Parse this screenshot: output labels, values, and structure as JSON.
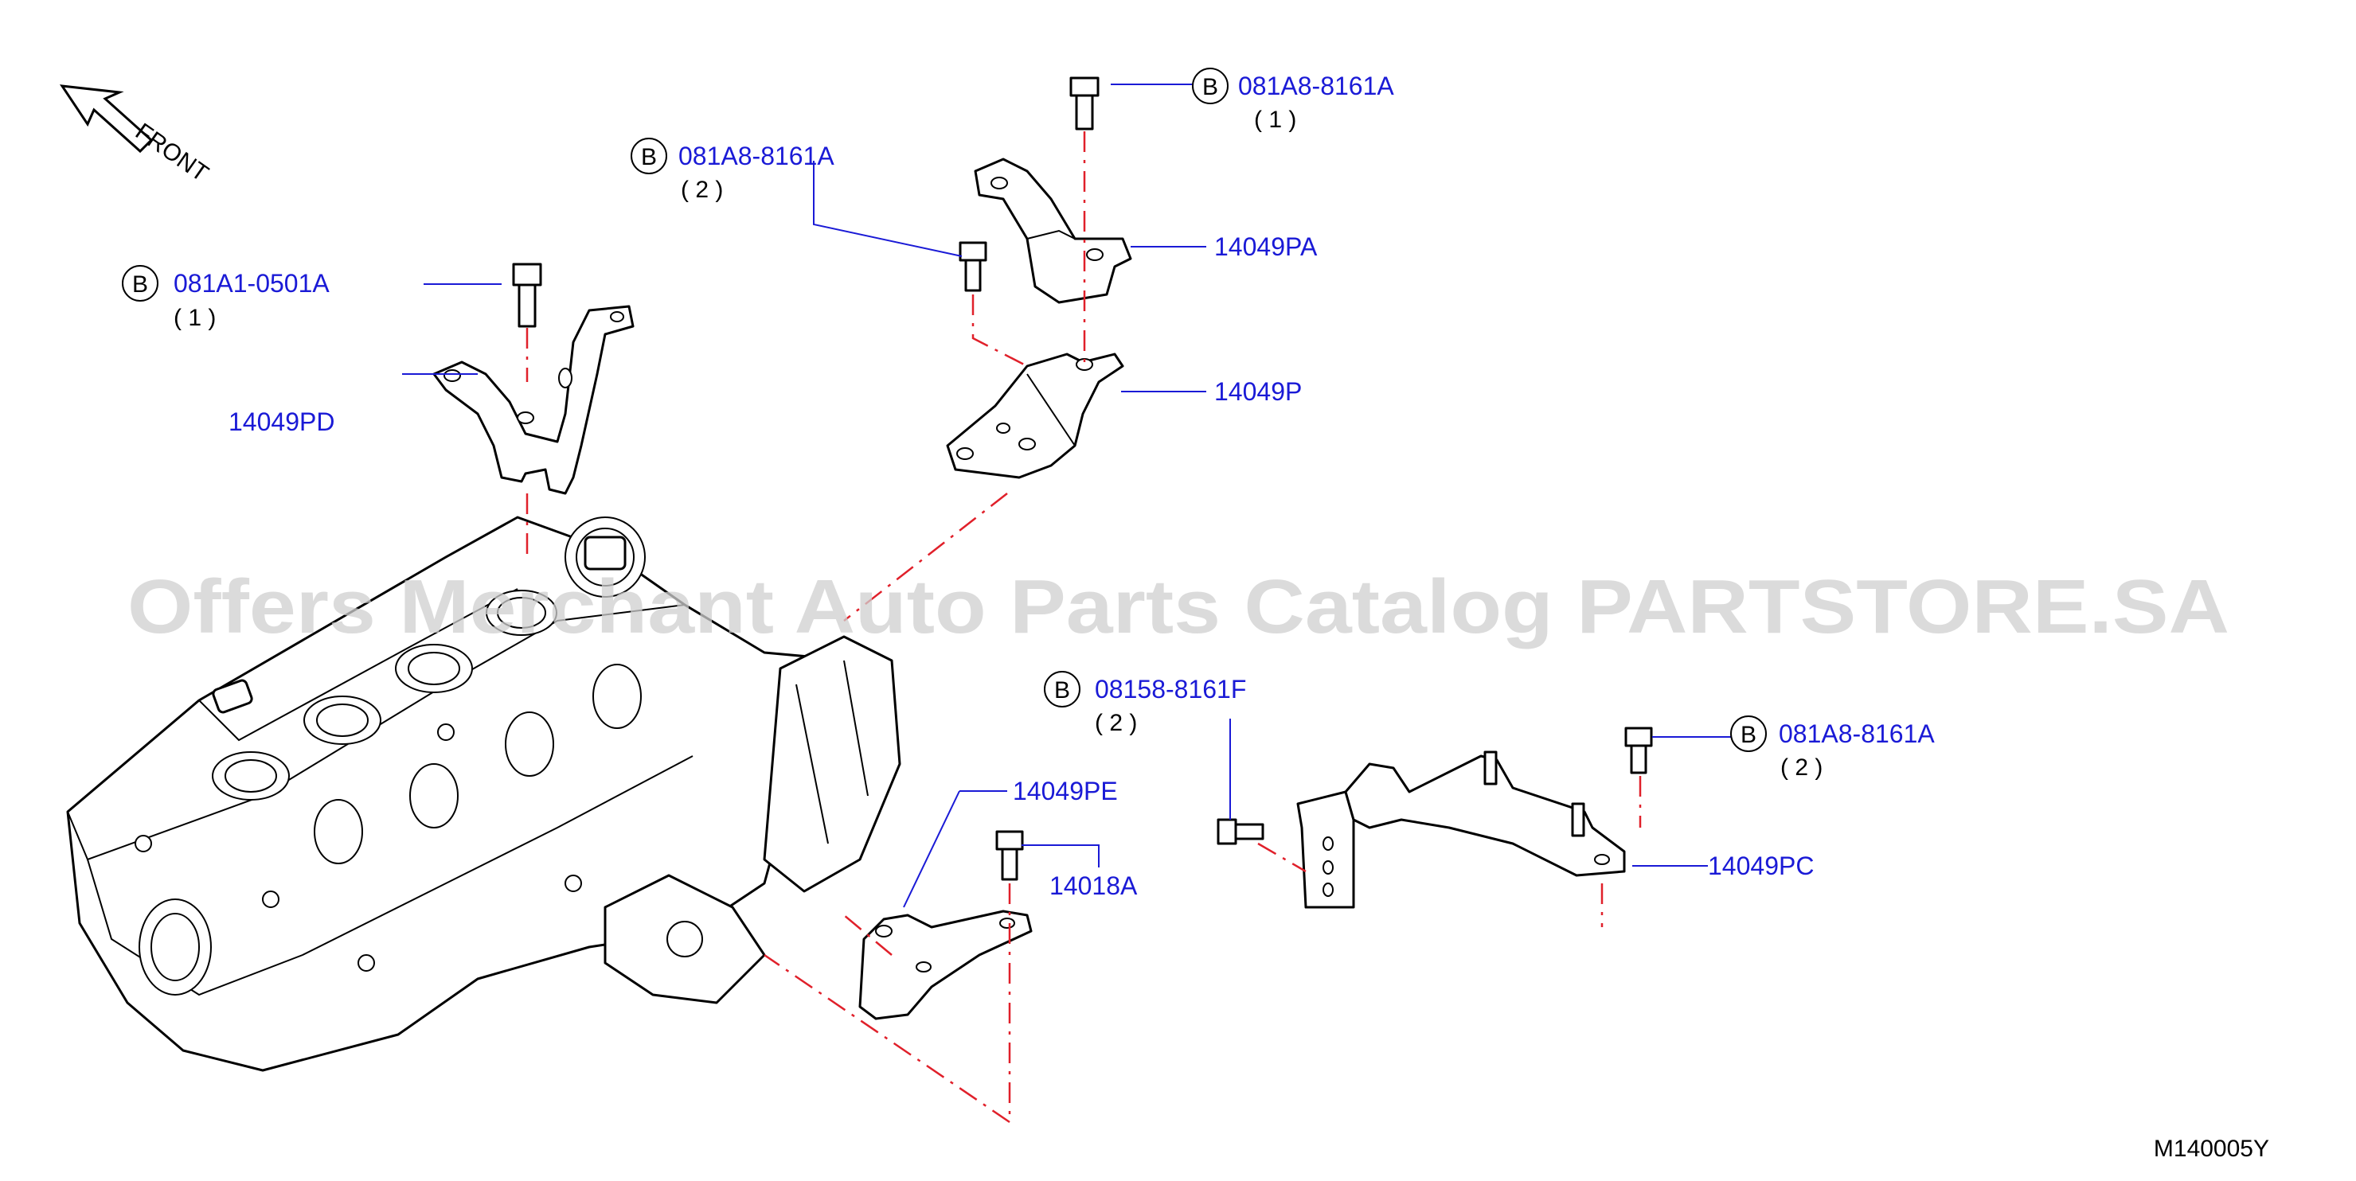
{
  "front_label": "FRONT",
  "watermark": "Offers Merchant Auto Parts Catalog PARTSTORE.SA",
  "diagram_code": "M140005Y",
  "bolts": [
    {
      "badge": "B",
      "part_no": "081A8-8161A",
      "qty": "( 1 )"
    },
    {
      "badge": "B",
      "part_no": "081A8-8161A",
      "qty": "( 2 )"
    },
    {
      "badge": "B",
      "part_no": "081A1-0501A",
      "qty": "( 1 )"
    },
    {
      "badge": "B",
      "part_no": "08158-8161F",
      "qty": "( 2 )"
    },
    {
      "badge": "B",
      "part_no": "081A8-8161A",
      "qty": "( 2 )"
    }
  ],
  "parts": {
    "p14049PA": "14049PA",
    "p14049P": "14049P",
    "p14049PD": "14049PD",
    "p14049PE": "14049PE",
    "p14018A": "14018A",
    "p14049PC": "14049PC"
  },
  "colors": {
    "label": "#1a1ad6",
    "centerline": "#e0202a",
    "watermark": "#d0d0d0"
  }
}
